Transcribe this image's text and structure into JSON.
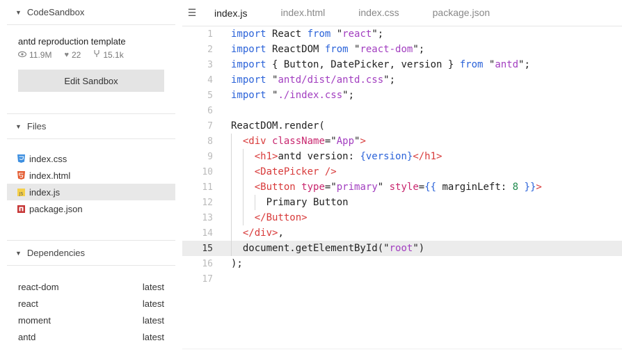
{
  "app": {
    "title": "CodeSandbox"
  },
  "sandbox": {
    "name": "antd reproduction template",
    "views": "11.9M",
    "likes": "22",
    "forks": "15.1k",
    "edit_label": "Edit Sandbox"
  },
  "files": {
    "header": "Files",
    "items": [
      {
        "name": "index.css",
        "icon": "css3-icon"
      },
      {
        "name": "index.html",
        "icon": "html5-icon"
      },
      {
        "name": "index.js",
        "icon": "js-icon"
      },
      {
        "name": "package.json",
        "icon": "npm-icon"
      }
    ]
  },
  "dependencies": {
    "header": "Dependencies",
    "items": [
      {
        "name": "react-dom",
        "version": "latest"
      },
      {
        "name": "react",
        "version": "latest"
      },
      {
        "name": "moment",
        "version": "latest"
      },
      {
        "name": "antd",
        "version": "latest"
      }
    ]
  },
  "tabs": [
    "index.js",
    "index.html",
    "index.css",
    "package.json"
  ],
  "active_tab": "index.js",
  "current_line": 15,
  "code": [
    [
      [
        "kw",
        "import"
      ],
      [
        "plain",
        " React "
      ],
      [
        "kw",
        "from"
      ],
      [
        "plain",
        " \""
      ],
      [
        "str",
        "react"
      ],
      [
        "plain",
        "\";"
      ]
    ],
    [
      [
        "kw",
        "import"
      ],
      [
        "plain",
        " ReactDOM "
      ],
      [
        "kw",
        "from"
      ],
      [
        "plain",
        " \""
      ],
      [
        "str",
        "react-dom"
      ],
      [
        "plain",
        "\";"
      ]
    ],
    [
      [
        "kw",
        "import"
      ],
      [
        "plain",
        " { Button, DatePicker, version } "
      ],
      [
        "kw",
        "from"
      ],
      [
        "plain",
        " \""
      ],
      [
        "str",
        "antd"
      ],
      [
        "plain",
        "\";"
      ]
    ],
    [
      [
        "kw",
        "import"
      ],
      [
        "plain",
        " \""
      ],
      [
        "str",
        "antd/dist/antd.css"
      ],
      [
        "plain",
        "\";"
      ]
    ],
    [
      [
        "kw",
        "import"
      ],
      [
        "plain",
        " \""
      ],
      [
        "str",
        "./index.css"
      ],
      [
        "plain",
        "\";"
      ]
    ],
    [],
    [
      [
        "plain",
        "ReactDOM.render("
      ]
    ],
    [
      [
        "plain",
        "  "
      ],
      [
        "tag",
        "<div"
      ],
      [
        "plain",
        " "
      ],
      [
        "attr",
        "className"
      ],
      [
        "plain",
        "=\""
      ],
      [
        "str",
        "App"
      ],
      [
        "plain",
        "\""
      ],
      [
        "tag",
        ">"
      ]
    ],
    [
      [
        "plain",
        "    "
      ],
      [
        "tag",
        "<h1>"
      ],
      [
        "plain",
        "antd version: "
      ],
      [
        "kw",
        "{version}"
      ],
      [
        "tag",
        "</h1>"
      ]
    ],
    [
      [
        "plain",
        "    "
      ],
      [
        "tag",
        "<DatePicker />"
      ]
    ],
    [
      [
        "plain",
        "    "
      ],
      [
        "tag",
        "<Button"
      ],
      [
        "plain",
        " "
      ],
      [
        "attr",
        "type"
      ],
      [
        "plain",
        "=\""
      ],
      [
        "str",
        "primary"
      ],
      [
        "plain",
        "\" "
      ],
      [
        "attr",
        "style"
      ],
      [
        "plain",
        "="
      ],
      [
        "kw",
        "{{"
      ],
      [
        "plain",
        " marginLeft: "
      ],
      [
        "num",
        "8"
      ],
      [
        "plain",
        " "
      ],
      [
        "kw",
        "}}"
      ],
      [
        "tag",
        ">"
      ]
    ],
    [
      [
        "plain",
        "      Primary Button"
      ]
    ],
    [
      [
        "plain",
        "    "
      ],
      [
        "tag",
        "</Button>"
      ]
    ],
    [
      [
        "plain",
        "  "
      ],
      [
        "tag",
        "</div>"
      ],
      [
        "plain",
        ","
      ]
    ],
    [
      [
        "plain",
        "  document.getElementById("
      ],
      [
        "plain",
        "\""
      ],
      [
        "str",
        "root"
      ],
      [
        "plain",
        "\")"
      ]
    ],
    [
      [
        "plain",
        ");"
      ]
    ],
    []
  ],
  "guides": [
    [],
    [],
    [],
    [],
    [],
    [],
    [],
    [
      0
    ],
    [
      0,
      1
    ],
    [
      0,
      1
    ],
    [
      0,
      1
    ],
    [
      0,
      1,
      2
    ],
    [
      0,
      1
    ],
    [
      0
    ],
    [
      0
    ],
    [],
    []
  ],
  "colors": {
    "accent_tab": "#64b5e6",
    "keyword": "#2b63d9",
    "string": "#a23ec0",
    "tag": "#d83a3a",
    "attr": "#c8266e",
    "number": "#208a4e"
  }
}
